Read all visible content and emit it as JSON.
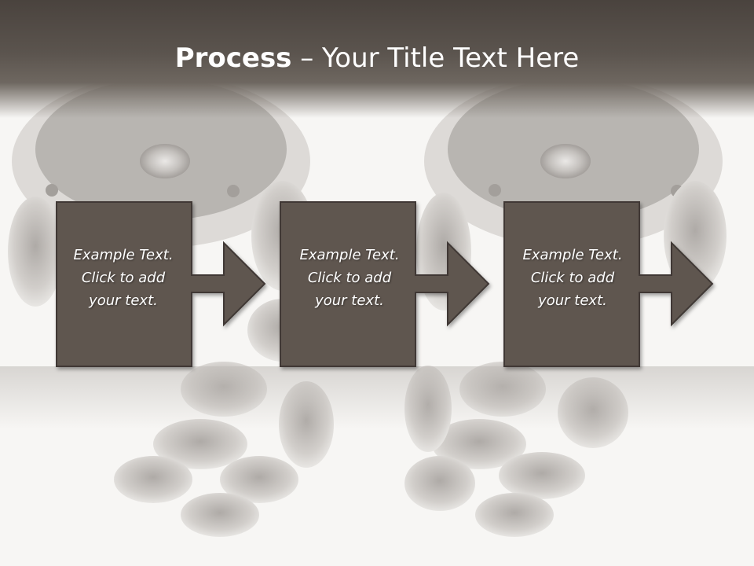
{
  "slide": {
    "title_bold": "Process",
    "title_rest": " – Your Title Text Here"
  },
  "steps": [
    {
      "text": "Example Text.\nClick  to add\nyour text."
    },
    {
      "text": "Example Text.\nClick  to add\nyour text."
    },
    {
      "text": "Example Text.\nClick  to add\nyour text."
    }
  ],
  "colors": {
    "box_fill": "#5f5750",
    "box_border": "#3f3934",
    "title_bar": "#4a433e",
    "text": "#ffffff"
  }
}
